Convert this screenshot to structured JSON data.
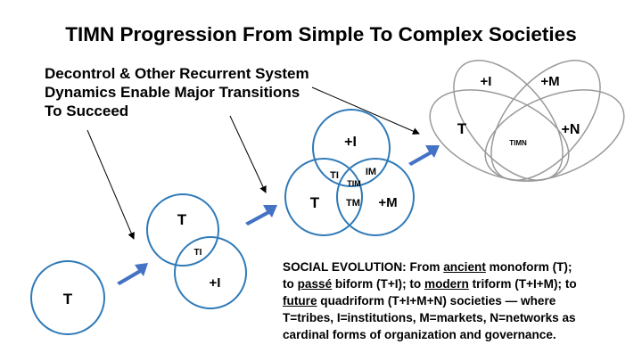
{
  "title": "TIMN Progression From Simple To Complex Societies",
  "callout": {
    "line1": "Decontrol & Other Recurrent System",
    "line2": "Dynamics Enable Major Transitions",
    "line3": "To Succeed"
  },
  "colors": {
    "stage_circle": "#2f7ab8",
    "final_ellipse": "#9a9a9a",
    "arrow": "#4472c4"
  },
  "stage1": {
    "t": "T"
  },
  "stage2": {
    "t": "T",
    "ti": "TI",
    "i": "+I"
  },
  "stage3": {
    "i": "+I",
    "t": "T",
    "m": "+M",
    "ti": "TI",
    "im": "IM",
    "tim": "TIM",
    "tm": "TM"
  },
  "stage4": {
    "i": "+I",
    "m": "+M",
    "t": "T",
    "n": "+N",
    "timn": "TIMN"
  },
  "social": {
    "p1": "SOCIAL EVOLUTION:  From ",
    "ancient": "ancient",
    "p2": " monoform (T);",
    "p3": "to ",
    "passe": "passé",
    "p4": " biform (T+I); to ",
    "modern": "modern",
    "p5": " triform (T+I+M); to",
    "future": "future",
    "p6": " quadriform (T+I+M+N) societies — where",
    "p7": "T=tribes, I=institutions, M=markets, N=networks as",
    "p8": "cardinal forms of  organization and governance."
  }
}
